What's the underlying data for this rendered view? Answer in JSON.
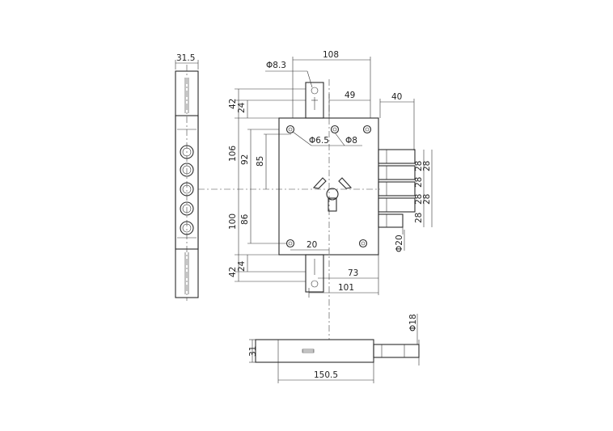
{
  "dimensions": {
    "side_width": "31.5",
    "top_width": "108",
    "hole_top": "Φ8.3",
    "top_offset": "49",
    "right_width": "40",
    "top_42": "42",
    "top_24": "24",
    "height_106": "106",
    "height_92": "92",
    "height_85": "85",
    "hole_65": "Φ6.5",
    "hole_8": "Φ8",
    "bolt_pitches": [
      "28",
      "28",
      "28",
      "28",
      "28",
      "28"
    ],
    "height_100": "100",
    "height_86": "86",
    "bottom_20": "20",
    "bolt_dia_20": "Φ20",
    "bot_42": "42",
    "bot_24": "24",
    "bot_73": "73",
    "bot_101": "101",
    "bolt_dia_18": "Φ18",
    "front_31": "31",
    "front_1505": "150.5"
  },
  "colors": {
    "line": "#2b2b2b",
    "background": "#ffffff"
  }
}
